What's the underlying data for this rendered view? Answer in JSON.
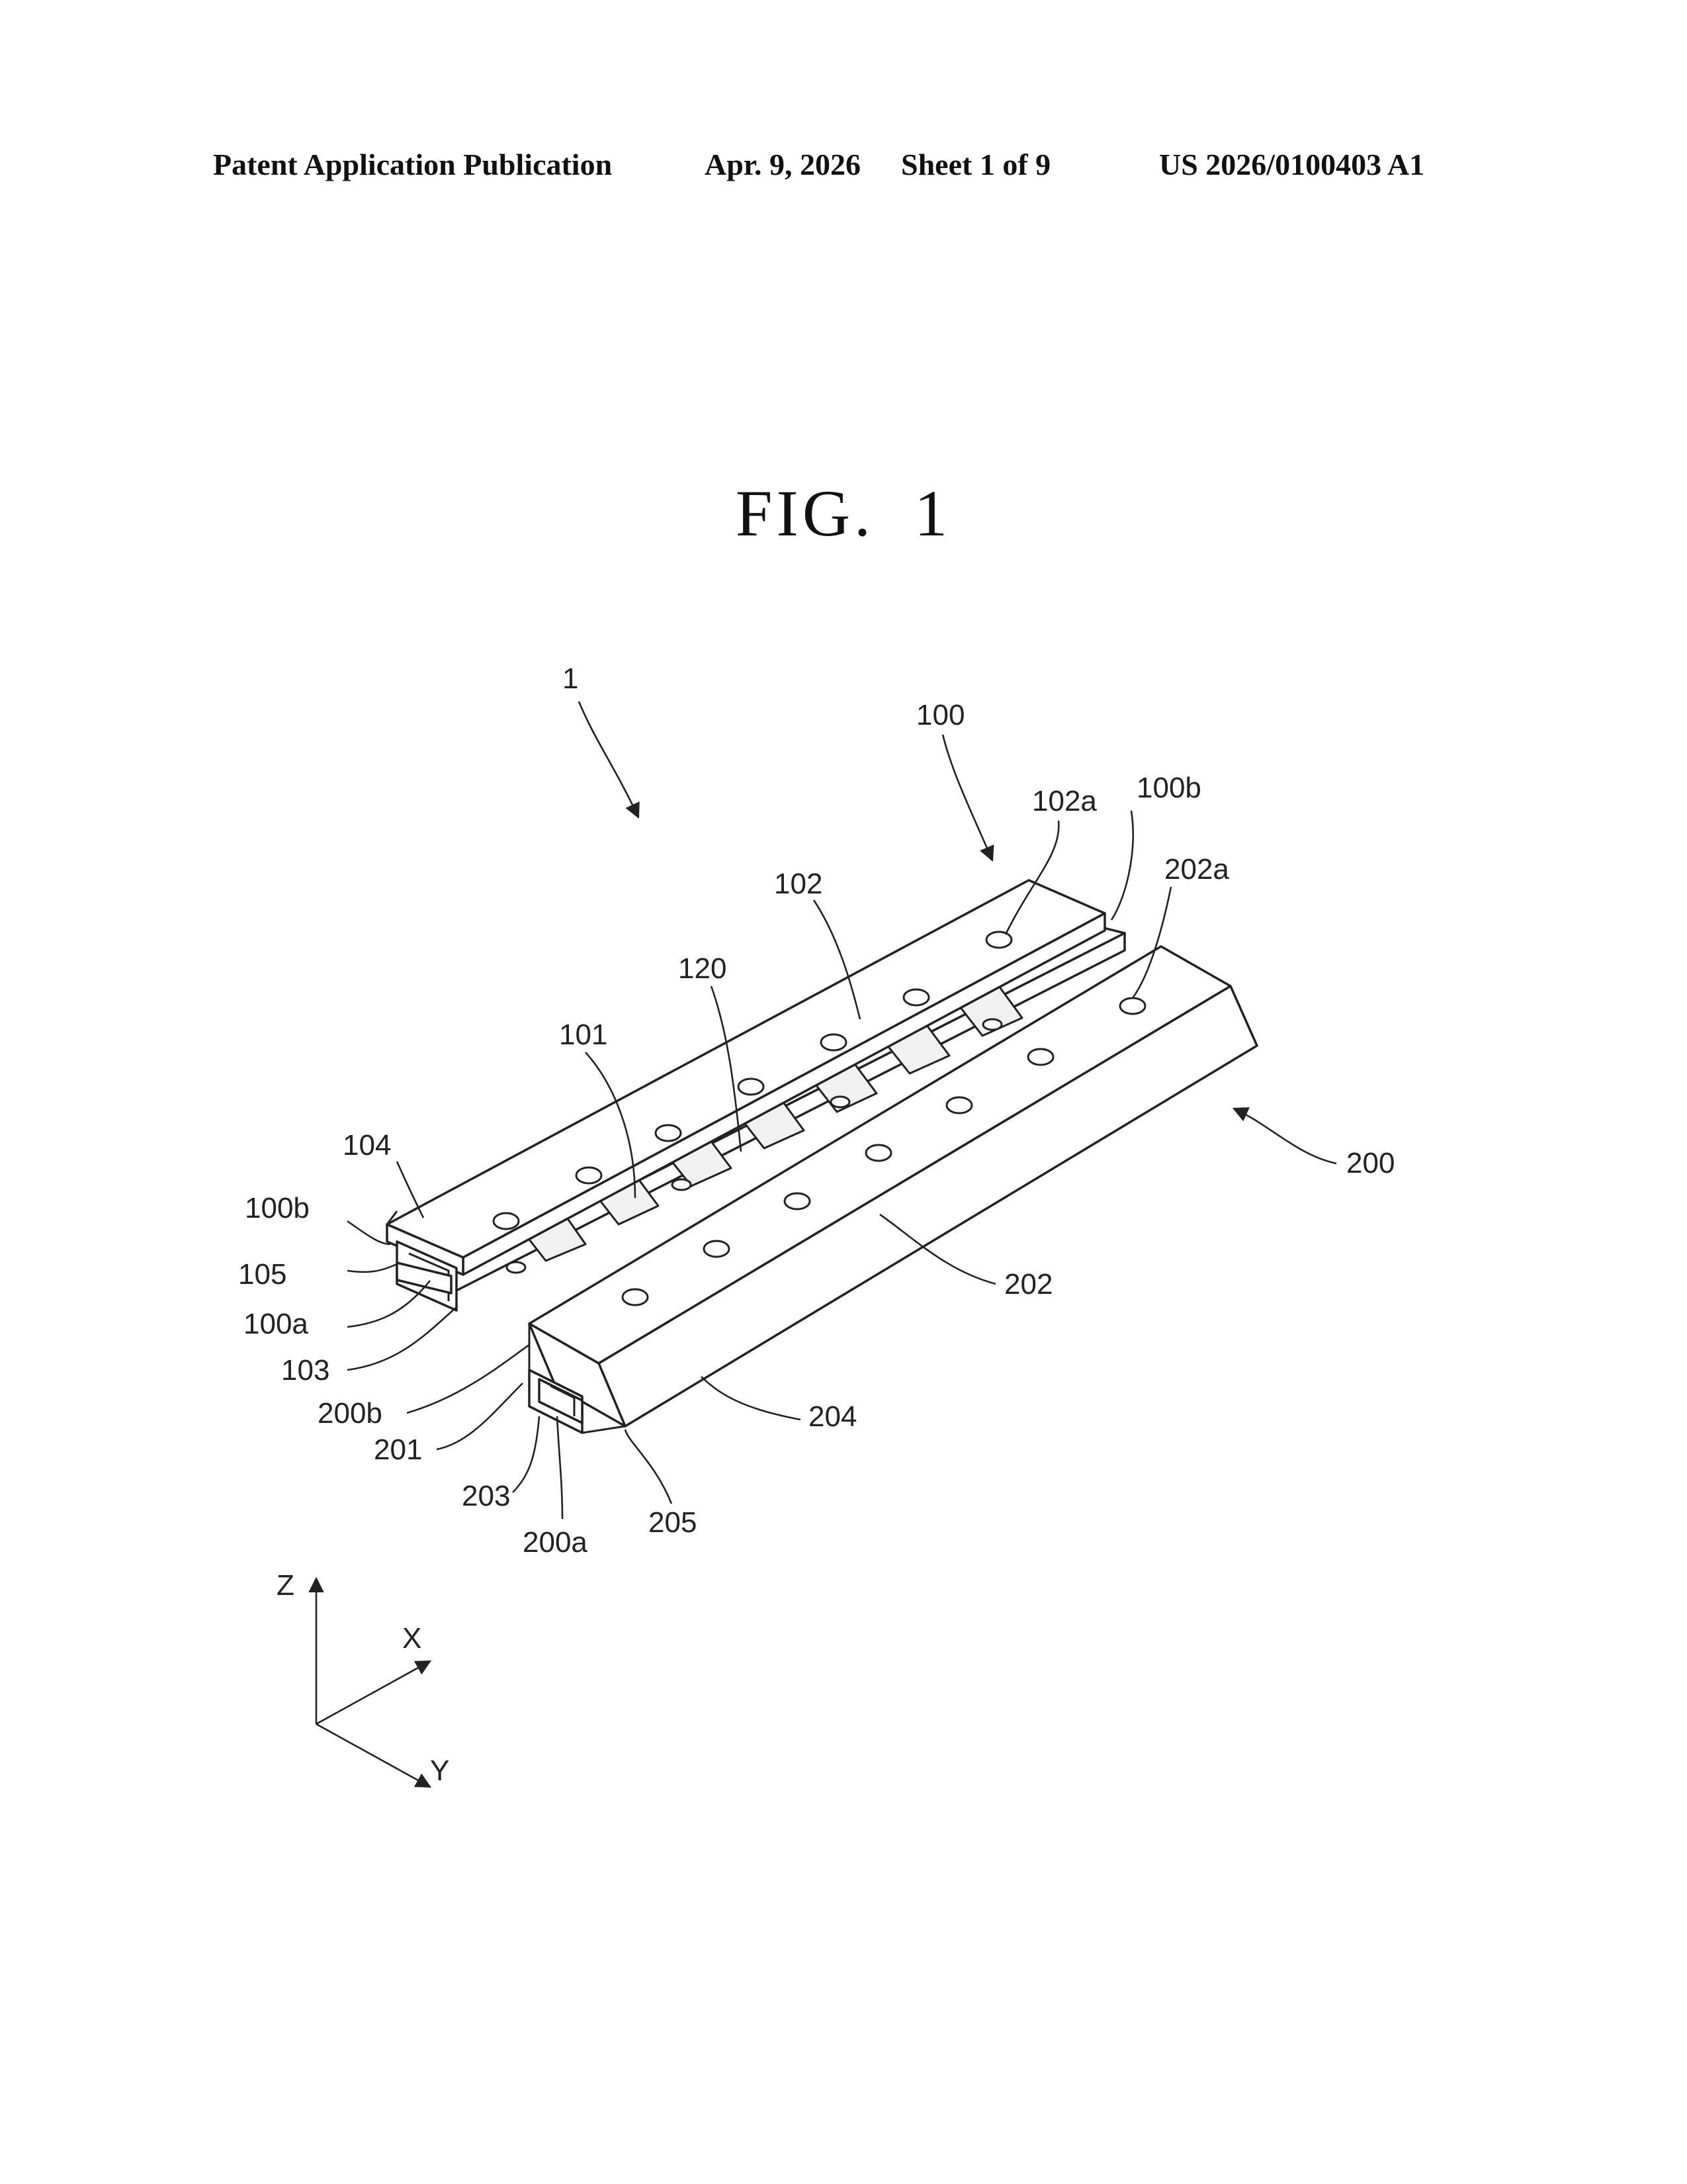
{
  "header": {
    "publication": "Patent Application Publication",
    "date": "Apr. 9, 2026",
    "sheet": "Sheet 1 of 9",
    "number": "US 2026/0100403 A1"
  },
  "figure": {
    "fig_word": "FIG.",
    "fig_number": "1"
  },
  "labels": {
    "l_1": "1",
    "l_100": "100",
    "l_102a": "102a",
    "l_100b_top": "100b",
    "l_202a": "202a",
    "l_102": "102",
    "l_120": "120",
    "l_101": "101",
    "l_104": "104",
    "l_100b_left": "100b",
    "l_105": "105",
    "l_100a": "100a",
    "l_103": "103",
    "l_200b": "200b",
    "l_201": "201",
    "l_203": "203",
    "l_200a": "200a",
    "l_205": "205",
    "l_204": "204",
    "l_202": "202",
    "l_200": "200"
  },
  "axes": {
    "z": "Z",
    "x": "X",
    "y": "Y"
  }
}
